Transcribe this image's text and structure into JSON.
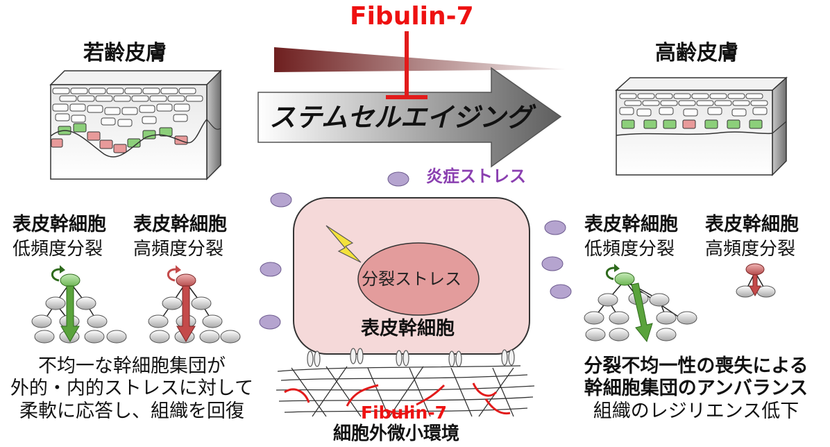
{
  "header": {
    "fibulin_top": "Fibulin-7",
    "young_skin": "若齢皮膚",
    "old_skin": "高齢皮膚",
    "arrow_label": "ステムセルエイジング"
  },
  "center": {
    "inflammation": "炎症ストレス",
    "division_stress": "分裂ストレス",
    "stem_cell": "表皮幹細胞",
    "fibulin_bottom": "Fibulin-7",
    "microenvironment": "細胞外微小環境"
  },
  "left": {
    "col1_title": "表皮幹細胞",
    "col1_sub": "低頻度分裂",
    "col2_title": "表皮幹細胞",
    "col2_sub": "高頻度分裂",
    "desc": [
      "不均一な幹細胞集団が",
      "外的・内的ストレスに対して",
      "柔軟に応答し、組織を回復"
    ]
  },
  "right": {
    "col1_title": "表皮幹細胞",
    "col1_sub": "低頻度分裂",
    "col2_title": "表皮幹細胞",
    "col2_sub": "高頻度分裂",
    "desc": [
      "分裂不均一性の喪失による",
      "幹細胞集団のアンバランス",
      "組織のレジリエンス低下"
    ]
  },
  "colors": {
    "green_cell": "#8ccf7a",
    "red_cell": "#e89a9a",
    "green_arrow": "#5aa33c",
    "red_arrow": "#c44a4a",
    "inhibitor": "#e21b1b",
    "purple_dot": "#b5a4cf",
    "stem_cell_fill": "#f5d9d9",
    "nucleus_fill": "#e39c9c"
  },
  "icons": [
    "lightning-icon",
    "self-renew-arrow-icon",
    "inhibition-icon"
  ]
}
